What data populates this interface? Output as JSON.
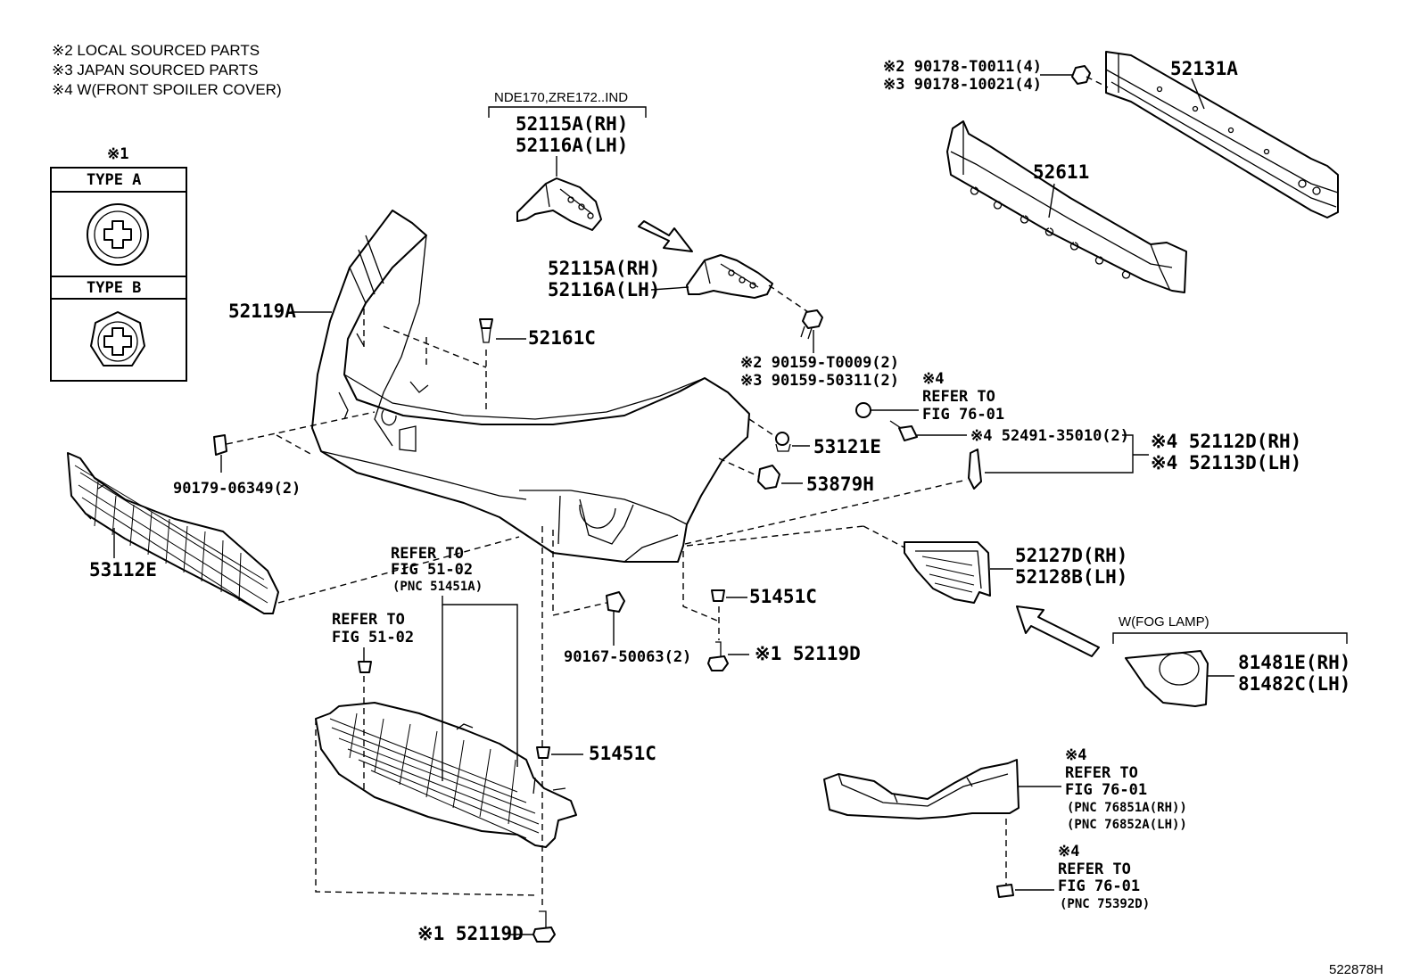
{
  "legend": {
    "line1": "※2 LOCAL SOURCED PARTS",
    "line2": "※3 JAPAN SOURCED PARTS",
    "line3": "※4 W(FRONT SPOILER COVER)"
  },
  "type_box": {
    "mark": "※1",
    "type_a": "TYPE A",
    "type_b": "TYPE B"
  },
  "bracket_note": "NDE170,ZRE172..IND",
  "labels": {
    "p52115a_rh_top": "52115A(RH)",
    "p52116a_lh_top": "52116A(LH)",
    "p52115a_rh": "52115A(RH)",
    "p52116a_lh": "52116A(LH)",
    "p52119a": "52119A",
    "p52161c": "52161C",
    "p52131a": "52131A",
    "p52611": "52611",
    "p90178_a": "※2 90178-T0011(4)",
    "p90178_b": "※3 90178-10021(4)",
    "p90159_a": "※2 90159-T0009(2)",
    "p90159_b": "※3 90159-50311(2)",
    "refer_a_mark": "※4",
    "refer_a_1": "REFER TO",
    "refer_a_2": "FIG 76-01",
    "p53121e": "53121E",
    "p52491": "※4 52491-35010(2)",
    "p52112d": "※4 52112D(RH)",
    "p52113d": "※4 52113D(LH)",
    "p53879h": "53879H",
    "p90179": "90179-06349(2)",
    "p53112e": "53112E",
    "refer_b_1": "REFER TO",
    "refer_b_2": "FIG 51-02",
    "refer_b_3": "(PNC 51451A)",
    "p52127d": "52127D(RH)",
    "p52128b": "52128B(LH)",
    "p51451c_a": "51451C",
    "refer_c_1": "REFER TO",
    "refer_c_2": "FIG 51-02",
    "p90167": "90167-50063(2)",
    "p52119d_a": "※1 52119D",
    "fog_lamp": "W(FOG LAMP)",
    "p81481e": "81481E(RH)",
    "p81482c": "81482C(LH)",
    "p51451c_b": "51451C",
    "refer_d_mark": "※4",
    "refer_d_1": "REFER TO",
    "refer_d_2": "FIG 76-01",
    "refer_d_3": "(PNC 76851A(RH))",
    "refer_d_4": "(PNC 76852A(LH))",
    "refer_e_mark": "※4",
    "refer_e_1": "REFER TO",
    "refer_e_2": "FIG 76-01",
    "refer_e_3": "(PNC 75392D)",
    "p52119d_b": "※1 52119D"
  },
  "figure_id": "522878H"
}
